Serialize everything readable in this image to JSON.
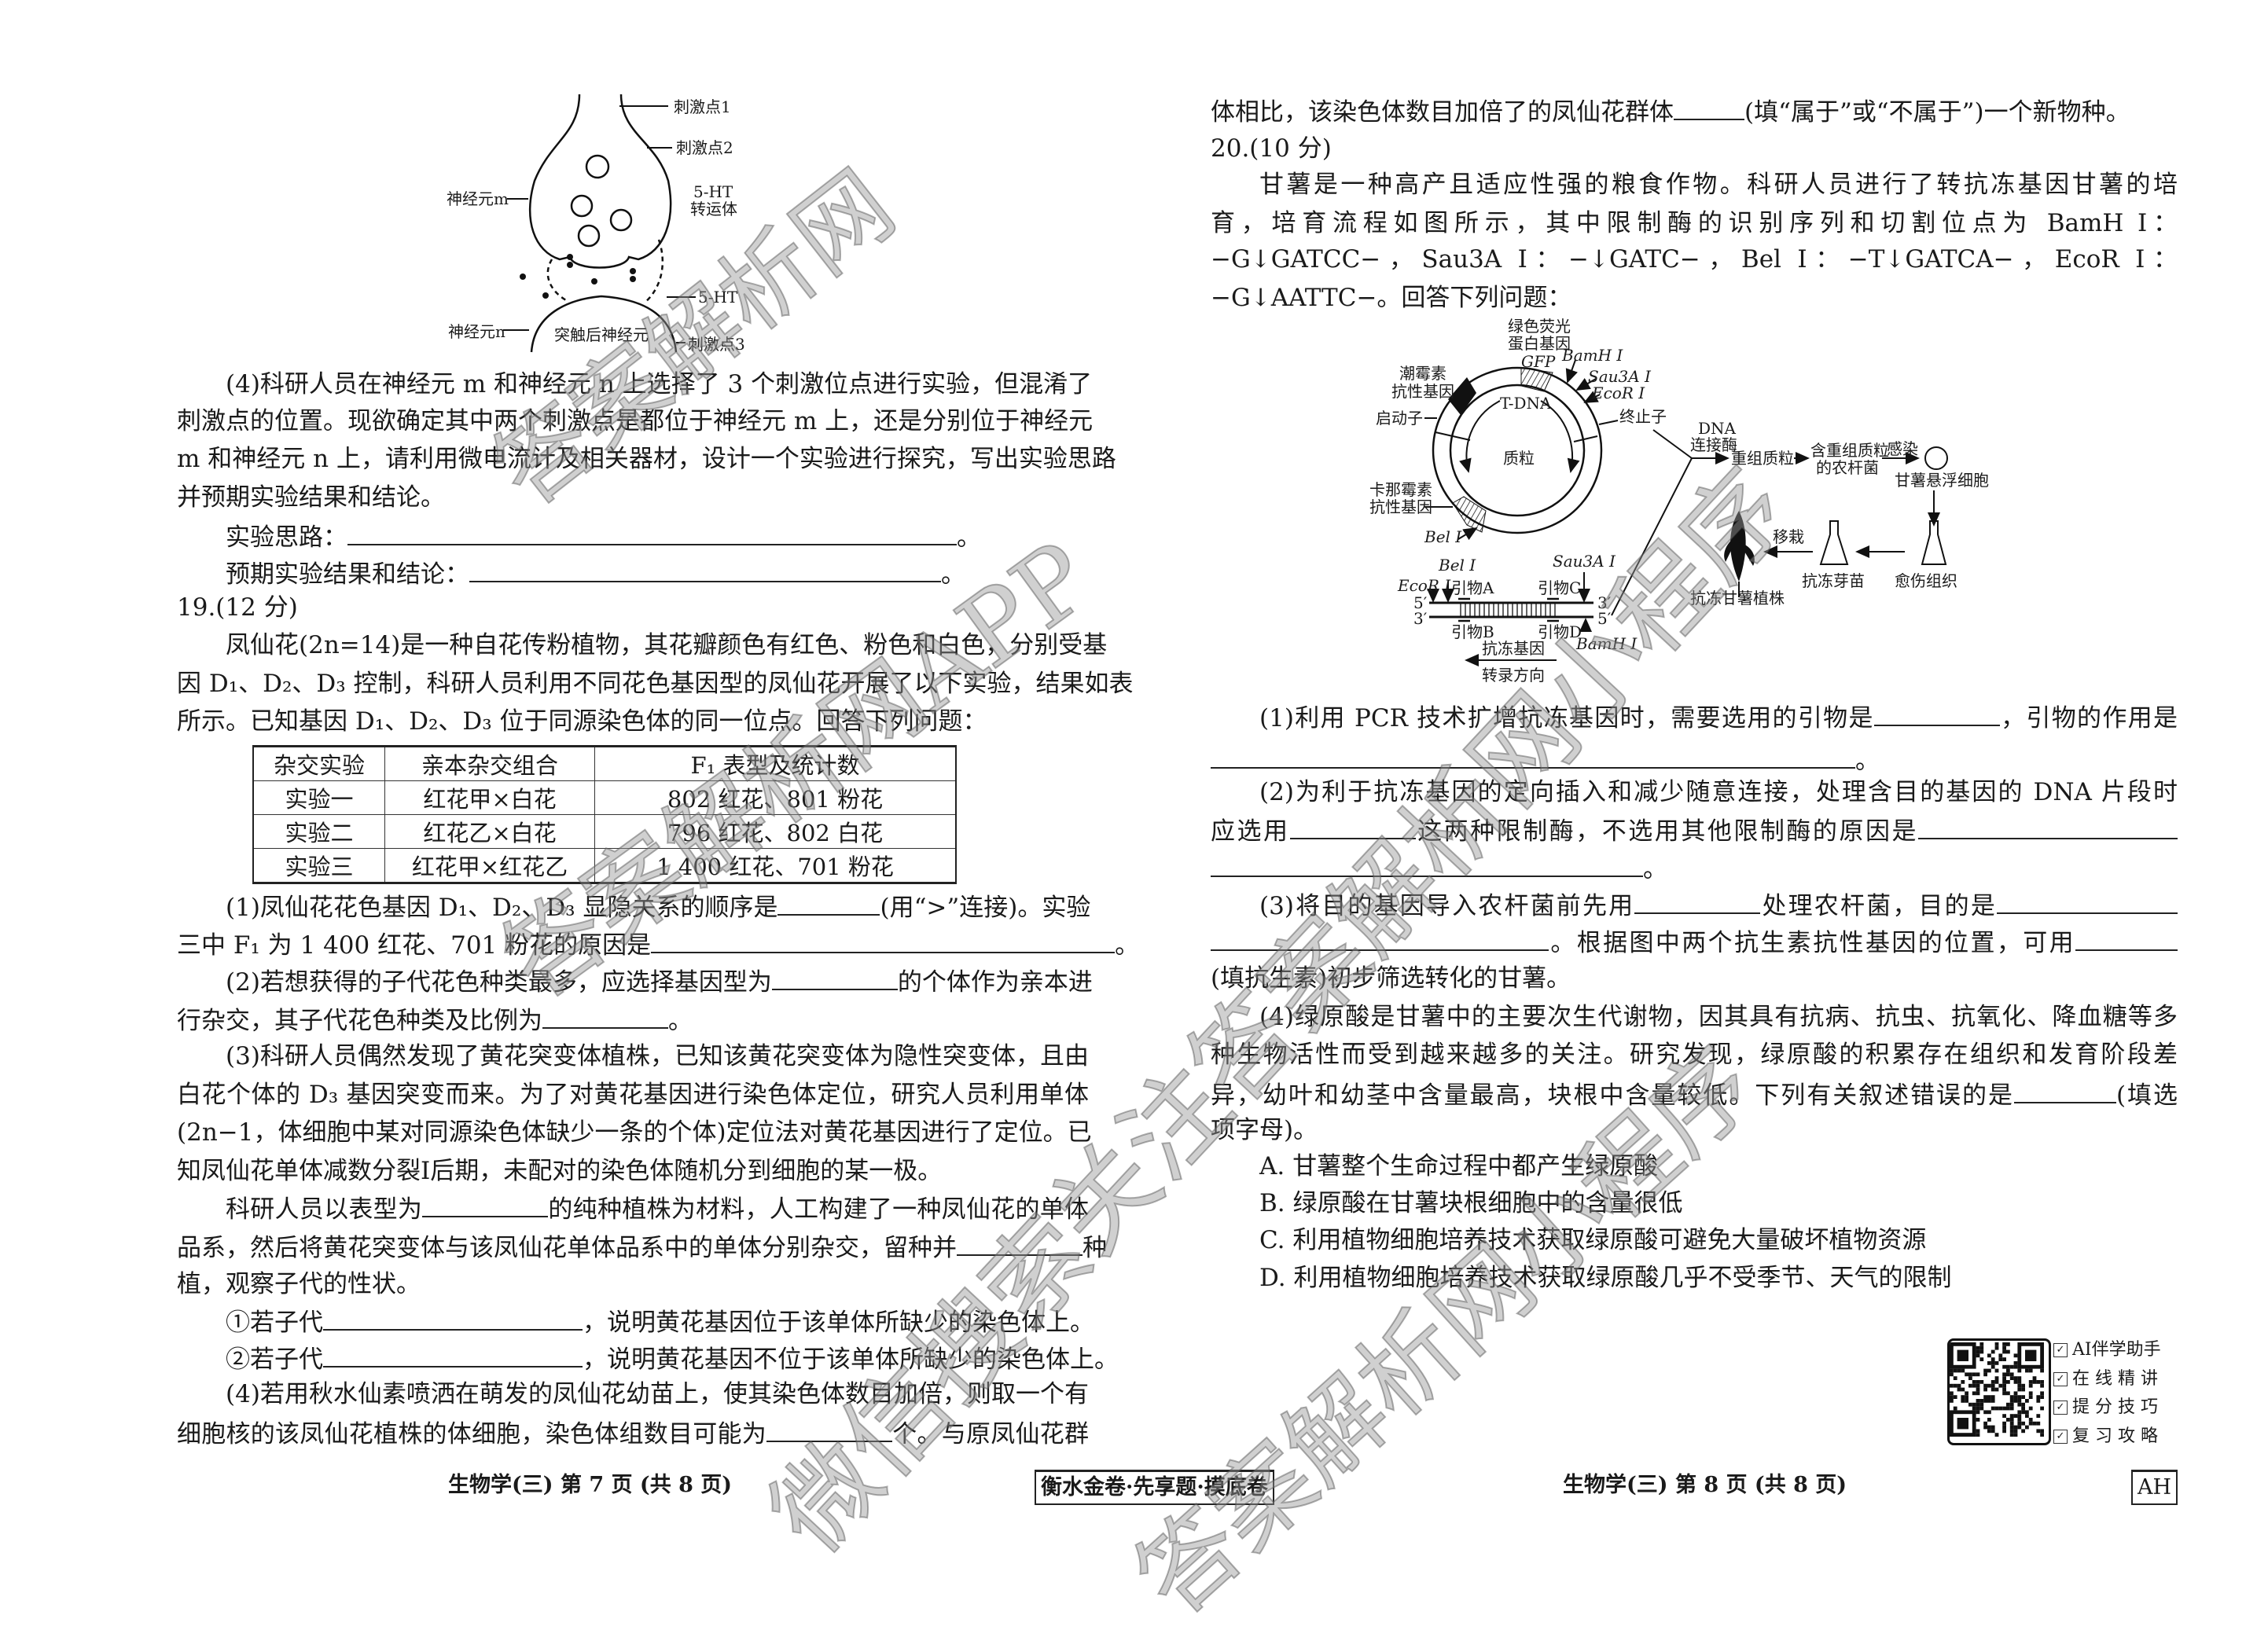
{
  "left": {
    "lines": [
      {
        "p": true,
        "t": [
          "(4)科研人员在神经元 m 和神经元 n 上选择了 3 个刺激位点进行实验，但混淆了"
        ]
      },
      {
        "t": [
          "刺激点的位置。现欲确定其中两个刺激点是都位于神经元 m 上，还是分别位于神经元"
        ]
      },
      {
        "t": [
          "m 和神经元 n 上，请利用微电流计及相关器材，设计一个实验进行探究，写出实验思路"
        ]
      },
      {
        "last": true,
        "t": [
          "并预期实验结果和结论。"
        ]
      },
      {
        "p": true,
        "last": true,
        "t": [
          "实验思路：",
          {
            "b": "b10"
          },
          "。"
        ]
      },
      {
        "p": true,
        "last": true,
        "t": [
          "预期实验结果和结论：",
          {
            "b": "b9"
          },
          "。"
        ]
      },
      {
        "last": true,
        "t": [
          "19.(12 分)"
        ]
      },
      {
        "p": true,
        "t": [
          "凤仙花(2n=14)是一种自花传粉植物，其花瓣颜色有红色、粉色和白色，分别受基"
        ]
      },
      {
        "t": [
          "因 D₁、D₂、D₃ 控制，科研人员利用不同花色基因型的凤仙花开展了以下实验，结果如表"
        ]
      },
      {
        "last": true,
        "t": [
          "所示。已知基因 D₁、D₂、D₃ 位于同源染色体的同一位点。回答下列问题："
        ]
      },
      {
        "p": true,
        "t": [
          "(1)凤仙花花色基因 D₁、D₂、D₃ 显隐关系的顺序是",
          {
            "b": "b2"
          },
          "(用“>”连接)。实验"
        ]
      },
      {
        "last": true,
        "t": [
          "三中 F₁ 为 1 400 红花、701 粉花的原因是",
          {
            "b": "b8"
          },
          "。"
        ]
      },
      {
        "p": true,
        "t": [
          "(2)若想获得的子代花色种类最多，应选择基因型为",
          {
            "b": "b3"
          },
          "的个体作为亲本进"
        ]
      },
      {
        "last": true,
        "t": [
          "行杂交，其子代花色种类及比例为",
          {
            "b": "b3"
          },
          "。"
        ]
      },
      {
        "p": true,
        "t": [
          "(3)科研人员偶然发现了黄花突变体植株，已知该黄花突变体为隐性突变体，且由"
        ]
      },
      {
        "t": [
          "白花个体的 D₃ 基因突变而来。为了对黄花基因进行染色体定位，研究人员利用单体"
        ]
      },
      {
        "t": [
          "(2n−1，体细胞中某对同源染色体缺少一条的个体)定位法对黄花基因进行了定位。已"
        ]
      },
      {
        "last": true,
        "t": [
          "知凤仙花单体减数分裂Ⅰ后期，未配对的染色体随机分到细胞的某一极。"
        ]
      },
      {
        "p": true,
        "t": [
          "科研人员以表型为",
          {
            "b": "b3"
          },
          "的纯种植株为材料，人工构建了一种凤仙花的单体"
        ]
      },
      {
        "t": [
          "品系，然后将黄花突变体与该凤仙花单体品系中的单体分别杂交，留种并",
          {
            "b": "b3"
          },
          "种"
        ]
      },
      {
        "last": true,
        "t": [
          "植，观察子代的性状。"
        ]
      },
      {
        "p": true,
        "last": true,
        "t": [
          "①若子代",
          {
            "b": "b5"
          },
          "，说明黄花基因位于该单体所缺少的染色体上。"
        ]
      },
      {
        "p": true,
        "last": true,
        "t": [
          "②若子代",
          {
            "b": "b5"
          },
          "，说明黄花基因不位于该单体所缺少的染色体上。"
        ]
      },
      {
        "p": true,
        "t": [
          "(4)若用秋水仙素喷洒在萌发的凤仙花幼苗上，使其染色体数目加倍，则取一个有"
        ]
      },
      {
        "t": [
          "细胞核的该凤仙花植株的体细胞，染色体组数目可能为",
          {
            "b": "b3"
          },
          "个。与原凤仙花群"
        ]
      }
    ],
    "table": {
      "headers": [
        "杂交实验",
        "亲本杂交组合",
        "F₁ 表型及统计数"
      ],
      "rows": [
        [
          "实验一",
          "红花甲×白花",
          "802 红花、801 粉花"
        ],
        [
          "实验二",
          "红花乙×白花",
          "796 红花、802 白花"
        ],
        [
          "实验三",
          "红花甲×红花乙",
          "1 400 红花、701 粉花"
        ]
      ]
    },
    "neuron_figure": {
      "stim1": "刺激点1",
      "stim2": "刺激点2",
      "stim3": "刺激点3",
      "neuron_m": "神经元m",
      "neuron_n": "神经元n",
      "transporter_1": "5-HT",
      "transporter_2": "转运体",
      "ht": "5-HT",
      "postsynaptic": "突触后神经元"
    }
  },
  "right": {
    "lines": [
      {
        "last": true,
        "t": [
          "体相比，该染色体数目加倍了的凤仙花群体",
          {
            "b": "b1"
          },
          "(填“属于”或“不属于”)一个新物种。"
        ]
      },
      {
        "last": true,
        "t": [
          "20.(10 分)"
        ]
      },
      {
        "p": true,
        "t": [
          "甘薯是一种高产且适应性强的粮食作物。科研人员进行了转抗冻基因甘薯的培"
        ]
      },
      {
        "t": [
          "育，培育流程如图所示，其中限制酶的识别序列和切割位点为 BamH Ⅰ："
        ]
      },
      {
        "t": [
          "−G↓GATCC−，Sau3A Ⅰ：−↓GATC−，Bel Ⅰ：−T↓GATCA−，EcoR Ⅰ："
        ]
      },
      {
        "last": true,
        "t": [
          "−G↓AATTC−。回答下列问题："
        ]
      },
      {
        "p": true,
        "t": [
          "(1)利用 PCR 技术扩增抗冻基因时，需要选用的引物是",
          {
            "b": "b3"
          },
          "，引物的作用是"
        ]
      },
      {
        "last": true,
        "t": [
          {
            "b": "b11"
          },
          "。"
        ]
      },
      {
        "p": true,
        "t": [
          "(2)为利于抗冻基因的定向插入和减少随意连接，处理含目的基因的 DNA 片段时"
        ]
      },
      {
        "t": [
          "应选用",
          {
            "b": "b3"
          },
          "这两种限制酶，不选用其他限制酶的原因是",
          {
            "b": "b5"
          }
        ]
      },
      {
        "last": true,
        "t": [
          {
            "b": "b7"
          },
          "。"
        ]
      },
      {
        "p": true,
        "t": [
          "(3)将目的基因导入农杆菌前先用",
          {
            "b": "b3"
          },
          "处理农杆菌，目的是",
          {
            "b": "b4"
          }
        ]
      },
      {
        "t": [
          {
            "b": "b6"
          },
          "。根据图中两个抗生素抗性基因的位置，可用",
          {
            "b": "b2"
          }
        ]
      },
      {
        "last": true,
        "t": [
          "(填抗生素)初步筛选转化的甘薯。"
        ]
      },
      {
        "p": true,
        "t": [
          "(4)绿原酸是甘薯中的主要次生代谢物，因其具有抗病、抗虫、抗氧化、降血糖等多"
        ]
      },
      {
        "t": [
          "种生物活性而受到越来越多的关注。研究发现，绿原酸的积累存在组织和发育阶段差"
        ]
      },
      {
        "t": [
          "异，幼叶和幼茎中含量最高，块根中含量较低。下列有关叙述错误的是",
          {
            "b": "b2"
          },
          "(填选"
        ]
      },
      {
        "last": true,
        "t": [
          "项字母)。"
        ]
      },
      {
        "p": true,
        "last": true,
        "t": [
          "A. 甘薯整个生命过程中都产生绿原酸"
        ]
      },
      {
        "p": true,
        "last": true,
        "t": [
          "B. 绿原酸在甘薯块根细胞中的含量很低"
        ]
      },
      {
        "p": true,
        "last": true,
        "t": [
          "C. 利用植物细胞培养技术获取绿原酸可避免大量破坏植物资源"
        ]
      },
      {
        "p": true,
        "last": true,
        "t": [
          "D. 利用植物细胞培养技术获取绿原酸几乎不受季节、天气的限制"
        ]
      }
    ],
    "plasmid_figure": {
      "gfp_1": "绿色荧光",
      "gfp_2": "蛋白基因",
      "gfp": "GFP",
      "bamh": "BamH Ⅰ",
      "hyg_1": "潮霉素",
      "hyg_2": "抗性基因",
      "sau": "Sau3A Ⅰ",
      "eco": "EcoR Ⅰ",
      "tdna": "T-DNA",
      "promoter": "启动子",
      "terminator": "终止子",
      "plasmid": "质粒",
      "kan_1": "卡那霉素",
      "kan_2": "抗性基因",
      "bel": "Bel Ⅰ",
      "ligase_1": "DNA",
      "ligase_2": "连接酶",
      "recomb": "重组质粒",
      "agro_1": "含重组质粒",
      "agro_2": "的农杆菌",
      "infect": "感染",
      "suspension": "甘薯悬浮细胞",
      "transplant": "移栽",
      "sprout": "抗冻芽苗",
      "callus": "愈伤组织",
      "plant": "抗冻甘薯植株",
      "g_bel": "Bel Ⅰ",
      "g_sau": "Sau3A Ⅰ",
      "g_eco": "EcoR Ⅰ",
      "primer_a": "引物A",
      "primer_c": "引物C",
      "primer_b": "引物B",
      "primer_d": "引物D",
      "five_1": "5′",
      "three_1": "3′",
      "three_2": "3′",
      "five_2": "5′",
      "g_bamh": "BamH Ⅰ",
      "gene": "抗冻基因",
      "direction": "转录方向"
    },
    "qr_features": [
      "AI伴学助手",
      "在 线 精 讲",
      "提 分 技 巧",
      "复 习 攻 略"
    ]
  },
  "footer": {
    "left_page": "生物学(三) 第 7 页 (共 8 页)",
    "center_brand": "衡水金卷·先享题·摸底卷",
    "right_page": "生物学(三) 第 8 页 (共 8 页)",
    "code": "AH"
  },
  "watermarks": [
    "答案解析网",
    "答案解析网APP",
    "微信搜索关注答案解析网小程序",
    "答案解析网小程序"
  ]
}
